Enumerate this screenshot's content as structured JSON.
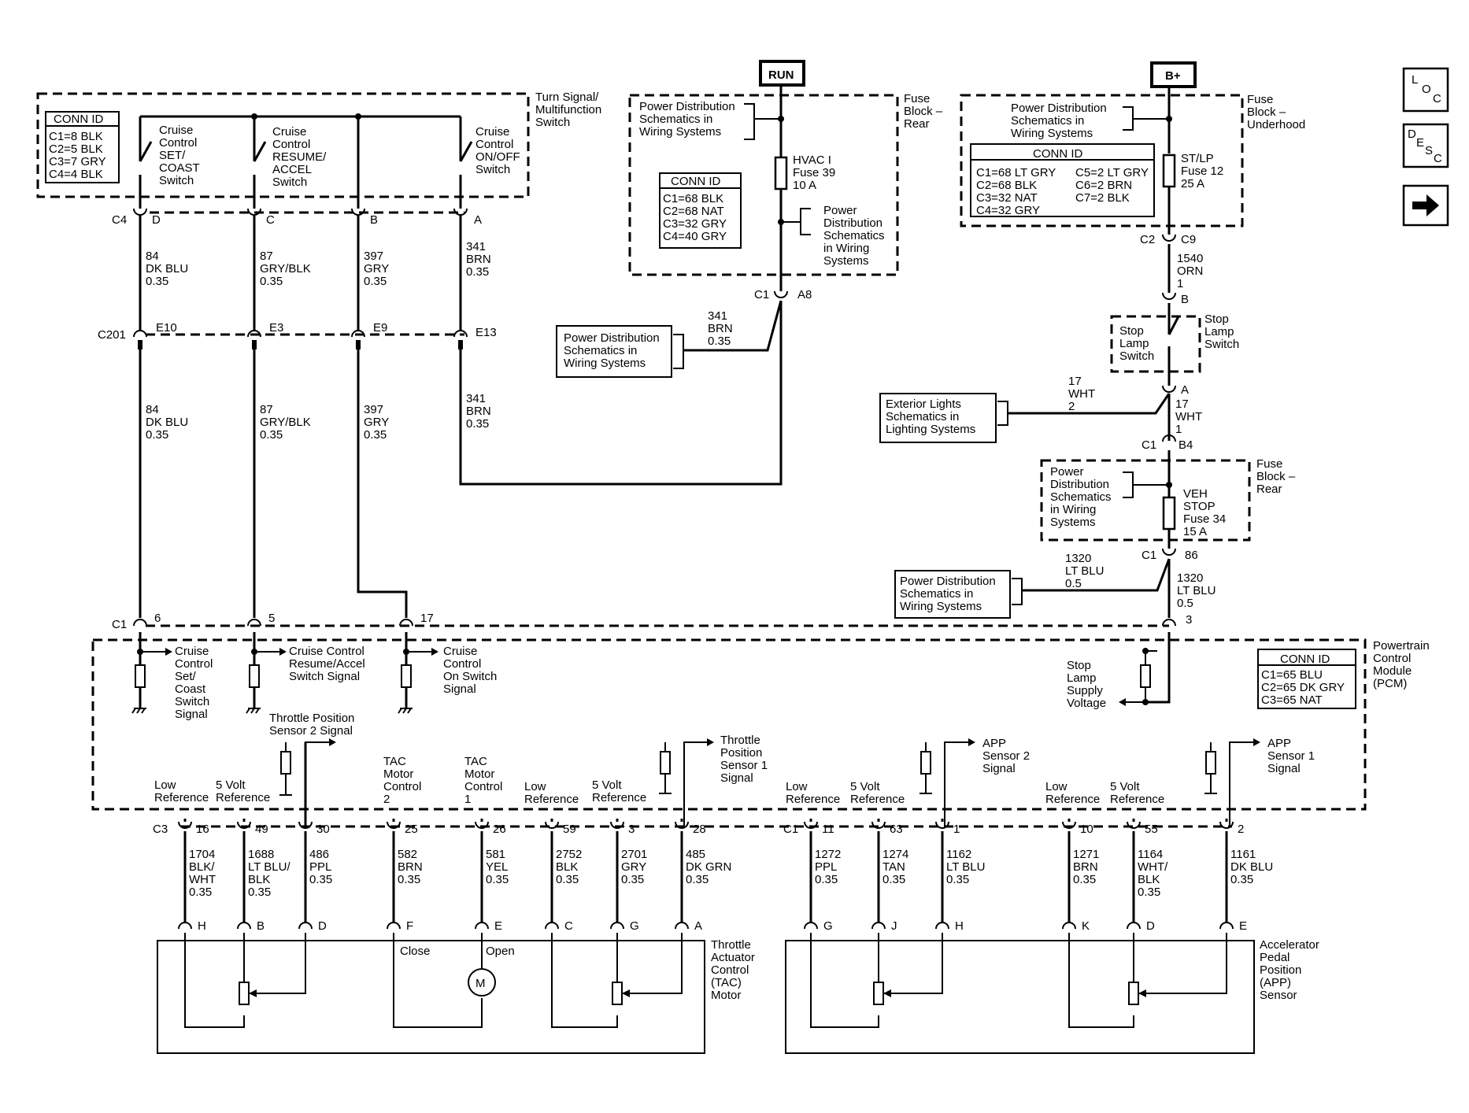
{
  "nav": {
    "loc": [
      "L",
      "O",
      "C"
    ],
    "desc": [
      "D",
      "E",
      "S",
      "C"
    ]
  },
  "power": {
    "run": "RUN",
    "bplus": "B+"
  },
  "turn_switch": {
    "title": [
      "Turn Signal/",
      "Multifunction",
      "Switch"
    ],
    "conn_title": "CONN ID",
    "conn": [
      "C1=8 BLK",
      "C2=5 BLK",
      "C3=7 GRY",
      "C4=4 BLK"
    ],
    "switches": [
      [
        "Cruise",
        "Control",
        "SET/",
        "COAST",
        "Switch"
      ],
      [
        "Cruise",
        "Control",
        "RESUME/",
        "ACCEL",
        "Switch"
      ],
      [
        "Cruise",
        "Control",
        "ON/OFF",
        "Switch"
      ]
    ]
  },
  "rear_fuse": {
    "title": [
      "Fuse",
      "Block –",
      "Rear"
    ],
    "pd_ref": [
      "Power Distribution",
      "Schematics in",
      "Wiring Systems"
    ],
    "fuse": [
      "HVAC I",
      "Fuse 39",
      "10 A"
    ],
    "pd_ref2": [
      "Power",
      "Distribution",
      "Schematics",
      "in Wiring",
      "Systems"
    ],
    "conn_title": "CONN ID",
    "conn": [
      "C1=68 BLK",
      "C2=68 NAT",
      "C3=32 GRY",
      "C4=40 GRY"
    ]
  },
  "underhood": {
    "title": [
      "Fuse",
      "Block –",
      "Underhood"
    ],
    "pd_ref": [
      "Power Distribution",
      "Schematics in",
      "Wiring Systems"
    ],
    "conn_title": "CONN ID",
    "conn_left": [
      "C1=68 LT GRY",
      "C2=68 BLK",
      "C3=32 NAT",
      "C4=32 GRY"
    ],
    "conn_right": [
      "C5=2 LT GRY",
      "C6=2 BRN",
      "C7=2 BLK"
    ],
    "fuse": [
      "ST/LP",
      "Fuse 12",
      "25 A"
    ]
  },
  "stop_lamp": {
    "label": [
      "Stop",
      "Lamp",
      "Switch"
    ],
    "label_right": [
      "Stop",
      "Lamp",
      "Switch"
    ]
  },
  "ext_lights": [
    "Exterior Lights",
    "Schematics in",
    "Lighting Systems"
  ],
  "rear_fuse2": {
    "title": [
      "Fuse",
      "Block –",
      "Rear"
    ],
    "pd_ref": [
      "Power",
      "Distribution",
      "Schematics",
      "in Wiring",
      "Systems"
    ],
    "fuse": [
      "VEH",
      "STOP",
      "Fuse 34",
      "15 A"
    ]
  },
  "pd_left": [
    "Power Distribution",
    "Schematics in",
    "Wiring Systems"
  ],
  "pd_right": [
    "Power Distribution",
    "Schematics in",
    "Wiring Systems"
  ],
  "labels": {
    "c4": "C4",
    "d": "D",
    "c": "C",
    "b": "B",
    "a": "A",
    "c201": "C201",
    "e10": "E10",
    "e3": "E3",
    "e9": "E9",
    "e13": "E13",
    "c1": "C1",
    "a8": "A8",
    "c2": "C2",
    "c9": "C9",
    "c1b": "C1",
    "b4": "B4",
    "c1c": "C1",
    "p86": "86",
    "pcm_c1": "C1",
    "p6": "6",
    "p5": "5",
    "p17": "17",
    "p3": "3",
    "pin_b": "B",
    "pin_a": "A"
  },
  "wires": {
    "w84a": [
      "84",
      "DK BLU",
      "0.35"
    ],
    "w87a": [
      "87",
      "GRY/BLK",
      "0.35"
    ],
    "w397a": [
      "397",
      "GRY",
      "0.35"
    ],
    "w341a": [
      "341",
      "BRN",
      "0.35"
    ],
    "w84b": [
      "84",
      "DK BLU",
      "0.35"
    ],
    "w87b": [
      "87",
      "GRY/BLK",
      "0.35"
    ],
    "w397b": [
      "397",
      "GRY",
      "0.35"
    ],
    "w341b": [
      "341",
      "BRN",
      "0.35"
    ],
    "w341c": [
      "341",
      "BRN",
      "0.35"
    ],
    "w1540": [
      "1540",
      "ORN",
      "1"
    ],
    "w17a": [
      "17",
      "WHT",
      "2"
    ],
    "w17b": [
      "17",
      "WHT",
      "1"
    ],
    "w1320a": [
      "1320",
      "LT BLU",
      "0.5"
    ],
    "w1320b": [
      "1320",
      "LT BLU",
      "0.5"
    ]
  },
  "pcm": {
    "title": [
      "Powertrain",
      "Control",
      "Module",
      "(PCM)"
    ],
    "conn_title": "CONN ID",
    "conn": [
      "C1=65 BLU",
      "C2=65 DK GRY",
      "C3=65 NAT"
    ],
    "sig_set": [
      "Cruise",
      "Control",
      "Set/",
      "Coast",
      "Switch",
      "Signal"
    ],
    "sig_resume": [
      "Cruise Control",
      "Resume/Accel",
      "Switch Signal"
    ],
    "sig_on": [
      "Cruise",
      "Control",
      "On Switch",
      "Signal"
    ],
    "sig_stop": [
      "Stop",
      "Lamp",
      "Supply",
      "Voltage"
    ],
    "tps2": [
      "Throttle Position",
      "Sensor 2 Signal"
    ],
    "tps1": [
      "Throttle",
      "Position",
      "Sensor 1",
      "Signal"
    ],
    "app2": [
      "APP",
      "Sensor 2",
      "Signal"
    ],
    "app1": [
      "APP",
      "Sensor 1",
      "Signal"
    ],
    "low_ref": [
      "Low",
      "Reference"
    ],
    "five_v": [
      "5 Volt",
      "Reference"
    ],
    "tac2": [
      "TAC",
      "Motor",
      "Control",
      "2"
    ],
    "tac1": [
      "TAC",
      "Motor",
      "Control",
      "1"
    ]
  },
  "bottom": {
    "c3": "C3",
    "c1": "C1",
    "tac_pins": [
      "16",
      "49",
      "30",
      "25",
      "26",
      "59",
      "3",
      "28"
    ],
    "app_pins": [
      "11",
      "63",
      "1",
      "10",
      "55",
      "2"
    ],
    "tac_wires": [
      [
        "1704",
        "BLK/",
        "WHT",
        "0.35"
      ],
      [
        "1688",
        "LT BLU/",
        "BLK",
        "0.35"
      ],
      [
        "486",
        "PPL",
        "0.35"
      ],
      [
        "582",
        "BRN",
        "0.35"
      ],
      [
        "581",
        "YEL",
        "0.35"
      ],
      [
        "2752",
        "BLK",
        "0.35"
      ],
      [
        "2701",
        "GRY",
        "0.35"
      ],
      [
        "485",
        "DK GRN",
        "0.35"
      ]
    ],
    "app_wires": [
      [
        "1272",
        "PPL",
        "0.35"
      ],
      [
        "1274",
        "TAN",
        "0.35"
      ],
      [
        "1162",
        "LT BLU",
        "0.35"
      ],
      [
        "1271",
        "BRN",
        "0.35"
      ],
      [
        "1164",
        "WHT/",
        "BLK",
        "0.35"
      ],
      [
        "1161",
        "DK BLU",
        "0.35"
      ]
    ],
    "tac_letters": [
      "H",
      "B",
      "D",
      "F",
      "E",
      "C",
      "G",
      "A"
    ],
    "app_letters": [
      "G",
      "J",
      "H",
      "K",
      "D",
      "E"
    ],
    "close": "Close",
    "open": "Open",
    "motor": "M",
    "tac_title": [
      "Throttle",
      "Actuator",
      "Control",
      "(TAC)",
      "Motor"
    ],
    "app_title": [
      "Accelerator",
      "Pedal",
      "Position",
      "(APP)",
      "Sensor"
    ]
  }
}
